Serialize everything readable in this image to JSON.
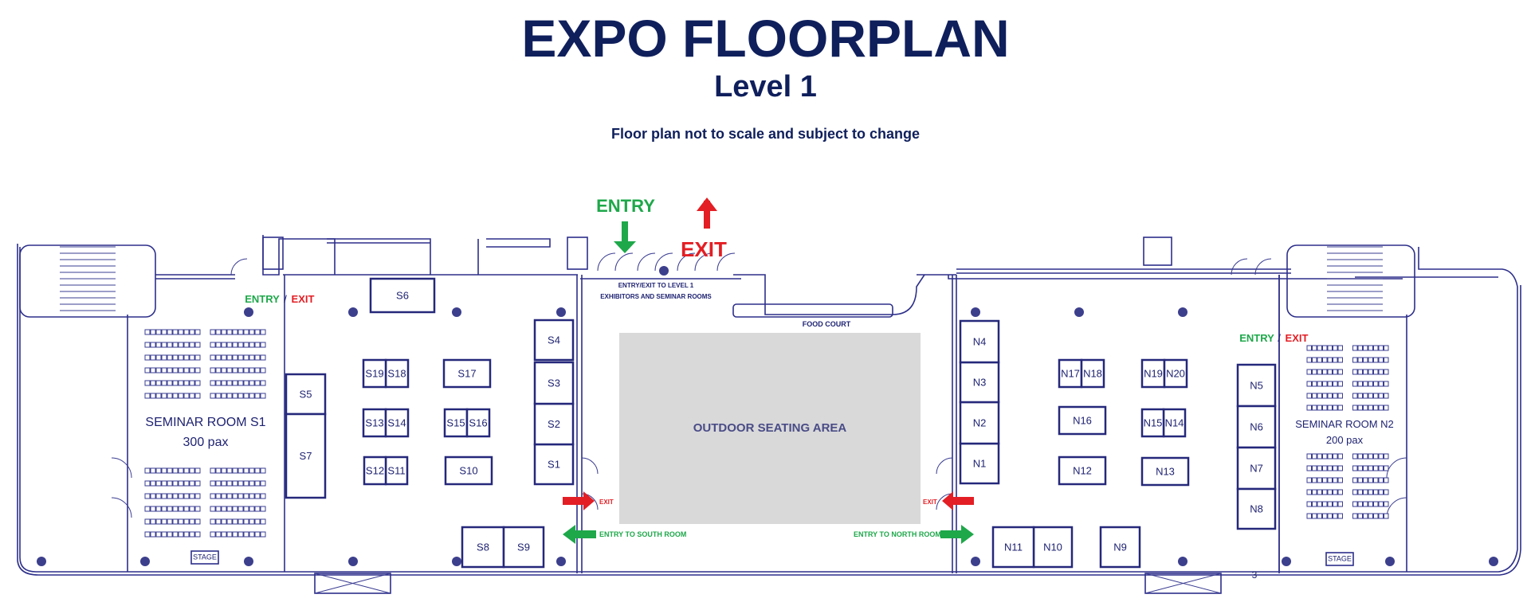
{
  "header": {
    "title": "EXPO FLOORPLAN",
    "subtitle": "Level 1",
    "note": "Floor plan not to scale and subject to change"
  },
  "signs": {
    "main_entry": "ENTRY",
    "main_exit": "EXIT",
    "level_entry_line1": "ENTRY/EXIT TO LEVEL 1",
    "level_entry_line2": "EXHIBITORS AND SEMINAR ROOMS",
    "room_entry": "ENTRY",
    "room_slash": "/",
    "room_exit": "EXIT",
    "small_exit": "EXIT",
    "entry_south": "ENTRY TO SOUTH ROOM",
    "entry_north": "ENTRY TO NORTH ROOM"
  },
  "areas": {
    "outdoor_seating": "OUTDOOR SEATING AREA",
    "food_court": "FOOD COURT",
    "seminar_s1_name": "SEMINAR ROOM S1",
    "seminar_s1_capacity": "300 pax",
    "seminar_n2_name": "SEMINAR ROOM N2",
    "seminar_n2_capacity": "200 pax",
    "stage": "STAGE",
    "page_number": "3"
  },
  "booths": [
    {
      "label": "S1"
    },
    {
      "label": "S2"
    },
    {
      "label": "S3"
    },
    {
      "label": "S4"
    },
    {
      "label": "S5"
    },
    {
      "label": "S6"
    },
    {
      "label": "S7"
    },
    {
      "label": "S8"
    },
    {
      "label": "S9"
    },
    {
      "label": "S10"
    },
    {
      "label": "S11"
    },
    {
      "label": "S12"
    },
    {
      "label": "S13"
    },
    {
      "label": "S14"
    },
    {
      "label": "S15"
    },
    {
      "label": "S16"
    },
    {
      "label": "S17"
    },
    {
      "label": "S18"
    },
    {
      "label": "S19"
    },
    {
      "label": "N1"
    },
    {
      "label": "N2"
    },
    {
      "label": "N3"
    },
    {
      "label": "N4"
    },
    {
      "label": "N5"
    },
    {
      "label": "N6"
    },
    {
      "label": "N7"
    },
    {
      "label": "N8"
    },
    {
      "label": "N9"
    },
    {
      "label": "N10"
    },
    {
      "label": "N11"
    },
    {
      "label": "N12"
    },
    {
      "label": "N13"
    },
    {
      "label": "N14"
    },
    {
      "label": "N15"
    },
    {
      "label": "N16"
    },
    {
      "label": "N17"
    },
    {
      "label": "N18"
    },
    {
      "label": "N19"
    },
    {
      "label": "N20"
    }
  ],
  "colors": {
    "navy": "#0f1f5c",
    "line": "#2d2f8a",
    "entry_green": "#1ea84a",
    "exit_red": "#e31e24",
    "outdoor_gray": "#d9d9da"
  },
  "icons": [
    "arrow-down-icon",
    "arrow-up-icon",
    "arrow-right-icon",
    "arrow-left-icon",
    "column-icon",
    "door-icon",
    "stair-icon"
  ]
}
